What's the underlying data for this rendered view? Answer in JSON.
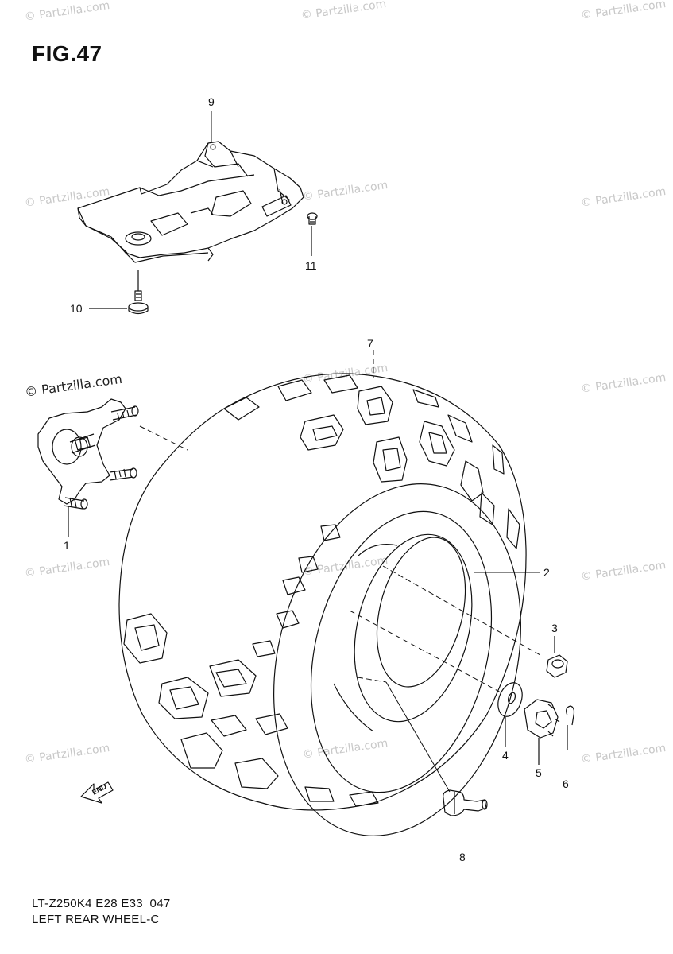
{
  "figure": {
    "title": "FIG.47"
  },
  "callouts": {
    "p1": "1",
    "p2": "2",
    "p3": "3",
    "p4": "4",
    "p5": "5",
    "p6": "6",
    "p7": "7",
    "p8": "8",
    "p9": "9",
    "p10": "10",
    "p11": "11"
  },
  "watermark": {
    "text": "© Partzilla.com"
  },
  "direction_arrow": {
    "label": "END"
  },
  "footer": {
    "model": "LT-Z250K4 E28 E33_047",
    "description": "LEFT REAR WHEEL-C"
  },
  "colors": {
    "line": "#111111",
    "watermark": "#c8c8c8",
    "background": "#ffffff"
  }
}
